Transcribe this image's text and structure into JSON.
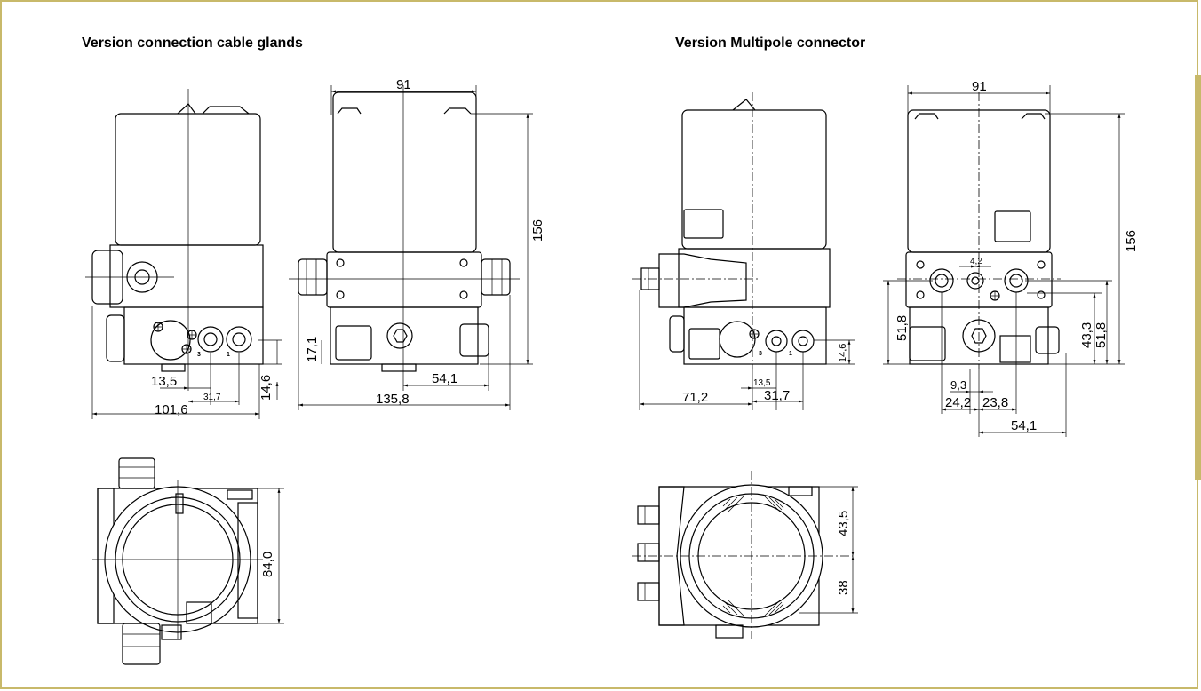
{
  "headings": {
    "left": "Version connection cable glands",
    "right": "Version Multipole connector"
  },
  "dims": {
    "cg_width_top": "91",
    "cg_height": "156",
    "cg_h17": "17,1",
    "cg_h14": "14,6",
    "cg_d13": "13,5",
    "cg_d31": "31,7",
    "cg_d101": "101,6",
    "cg_d54": "54,1",
    "cg_d135": "135,8",
    "cg_d84": "84,0",
    "mp_width_top": "91",
    "mp_height": "156",
    "mp_h51a": "51,8",
    "mp_h43": "43,3",
    "mp_h51b": "51,8",
    "mp_h14": "14,6",
    "mp_d42": "4,2",
    "mp_d71": "71,2",
    "mp_d13": "13,5",
    "mp_d31": "31,7",
    "mp_d93": "9,3",
    "mp_d24": "24,2",
    "mp_d23": "23,8",
    "mp_d54": "54,1",
    "mp_d43": "43,5",
    "mp_d38": "38"
  },
  "port_labels": {
    "cg_a": "3",
    "cg_b": "1",
    "mp_a": "3",
    "mp_b": "1"
  },
  "colors": {
    "accent": "#c8b96a"
  }
}
